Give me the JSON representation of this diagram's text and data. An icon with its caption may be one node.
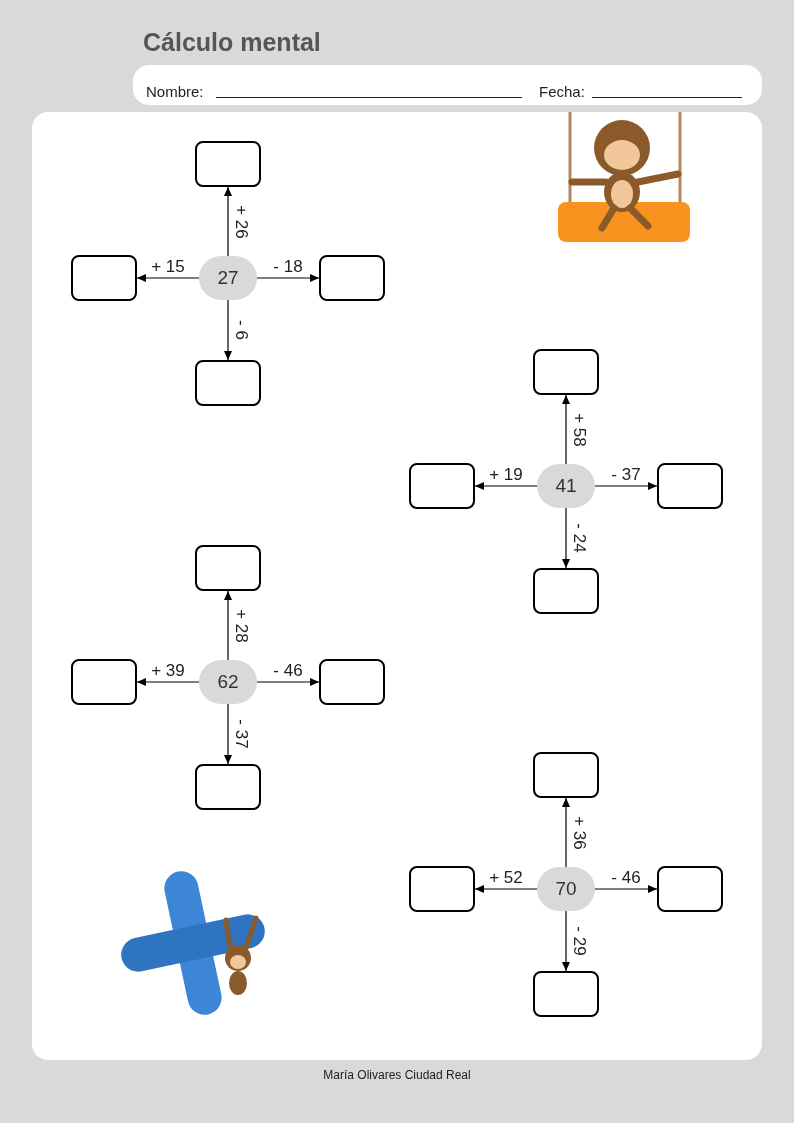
{
  "diagram": {
    "title": "Cálculo mental",
    "nodes": [
      {
        "text": [],
        "shape": "box"
      },
      {
        "text": [],
        "shape": "box"
      },
      {
        "text": [
          "27"
        ]
      },
      {
        "text": [],
        "shape": "box"
      },
      {
        "text": [],
        "shape": "box"
      },
      {
        "text": [],
        "shape": "box"
      },
      {
        "text": [],
        "shape": "box"
      },
      {
        "text": [
          "41"
        ]
      },
      {
        "text": [],
        "shape": "box"
      },
      {
        "text": [],
        "shape": "box"
      },
      {
        "text": [],
        "shape": "box"
      },
      {
        "text": [],
        "shape": "box"
      },
      {
        "text": [
          "62"
        ]
      },
      {
        "text": [],
        "shape": "box"
      },
      {
        "text": [],
        "shape": "box"
      },
      {
        "text": [],
        "shape": "box"
      },
      {
        "text": [],
        "shape": "box"
      },
      {
        "text": [
          "70"
        ]
      },
      {
        "text": [],
        "shape": "box"
      },
      {
        "text": [],
        "shape": "box"
      }
    ],
    "edges": [
      {
        "from": 2,
        "to": 0,
        "arrow": "to",
        "label": "+ 26"
      },
      {
        "from": 2,
        "to": 1,
        "arrow": "to",
        "label": "+ 15"
      },
      {
        "from": 2,
        "to": 3,
        "arrow": "to",
        "label": "- 18"
      },
      {
        "from": 2,
        "to": 4,
        "arrow": "to",
        "label": "- 6"
      },
      {
        "from": 7,
        "to": 5,
        "arrow": "to",
        "label": "+ 58"
      },
      {
        "from": 7,
        "to": 6,
        "arrow": "to",
        "label": "+ 19"
      },
      {
        "from": 7,
        "to": 8,
        "arrow": "to",
        "label": "- 37"
      },
      {
        "from": 7,
        "to": 9,
        "arrow": "to",
        "label": "- 24"
      },
      {
        "from": 12,
        "to": 10,
        "arrow": "to",
        "label": "+ 28"
      },
      {
        "from": 12,
        "to": 11,
        "arrow": "to",
        "label": "+ 39"
      },
      {
        "from": 12,
        "to": 13,
        "arrow": "to",
        "label": "- 46"
      },
      {
        "from": 12,
        "to": 14,
        "arrow": "to",
        "label": "- 37"
      },
      {
        "from": 17,
        "to": 15,
        "arrow": "to",
        "label": "+ 36"
      },
      {
        "from": 17,
        "to": 16,
        "arrow": "to",
        "label": "+ 52"
      },
      {
        "from": 17,
        "to": 18,
        "arrow": "to",
        "label": "- 46"
      },
      {
        "from": 17,
        "to": 19,
        "arrow": "to",
        "label": "- 29"
      }
    ],
    "labels": [
      "Nombre:",
      "Fecha:",
      "María Olivares Ciudad Real"
    ]
  }
}
